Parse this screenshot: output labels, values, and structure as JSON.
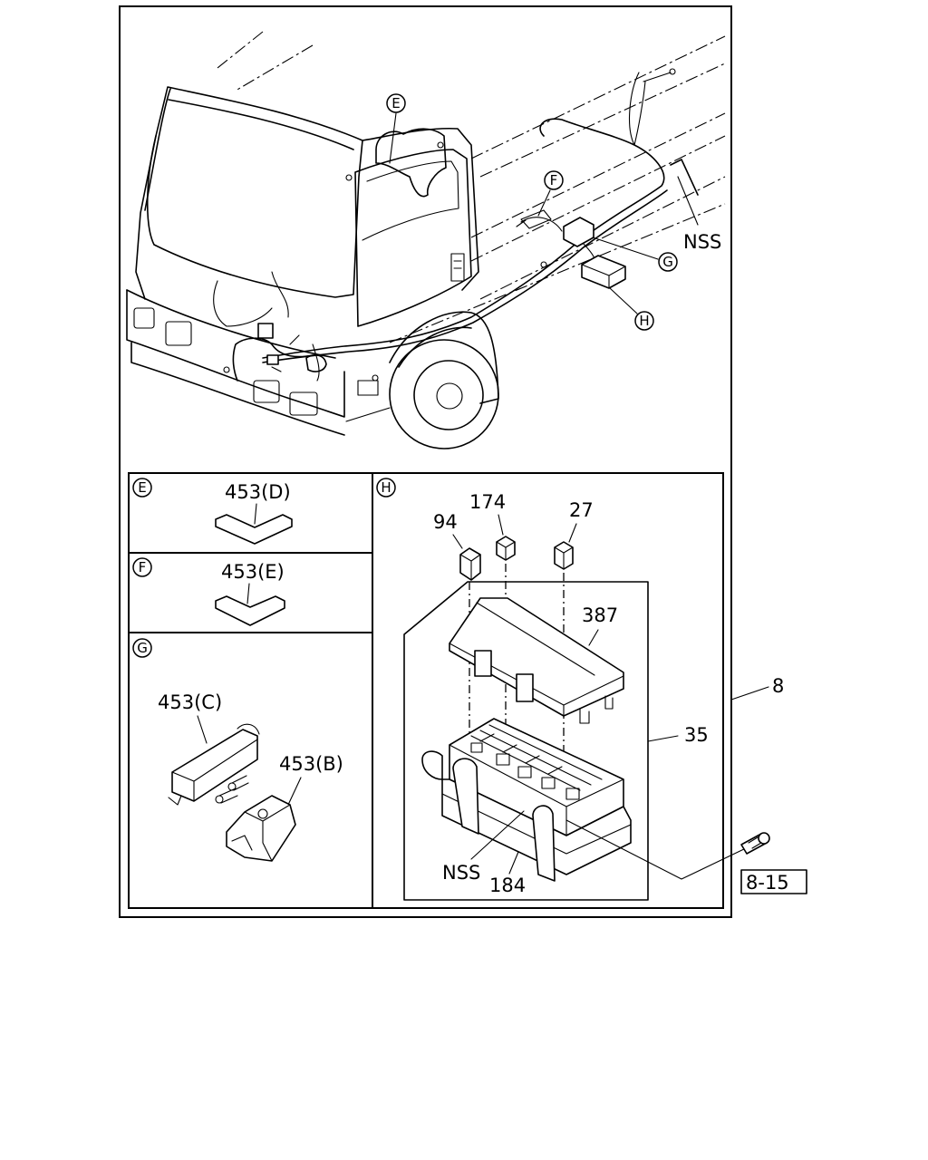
{
  "callouts": {
    "E": "E",
    "F": "F",
    "G": "G",
    "H": "H"
  },
  "labels": {
    "nss_top": "NSS",
    "nss_bottom": "NSS",
    "p453d": "453(D)",
    "p453e": "453(E)",
    "p453c": "453(C)",
    "p453b": "453(B)",
    "p94": "94",
    "p174": "174",
    "p27": "27",
    "p387": "387",
    "p35": "35",
    "p184": "184",
    "p8": "8",
    "ref": "8-15"
  }
}
